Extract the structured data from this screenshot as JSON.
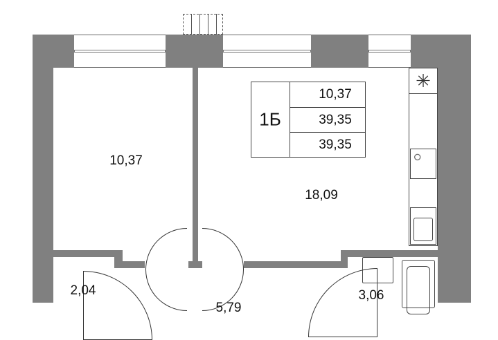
{
  "plan": {
    "apartment_type": "1Б",
    "summary_areas": [
      "10,37",
      "39,35",
      "39,35"
    ],
    "rooms": {
      "bedroom": "10,37",
      "kitchen_living": "18,09",
      "storage": "2,04",
      "bathroom": "3,06",
      "hallway": "5,79"
    }
  },
  "colors": {
    "wall": "#808080",
    "line": "#444444"
  }
}
